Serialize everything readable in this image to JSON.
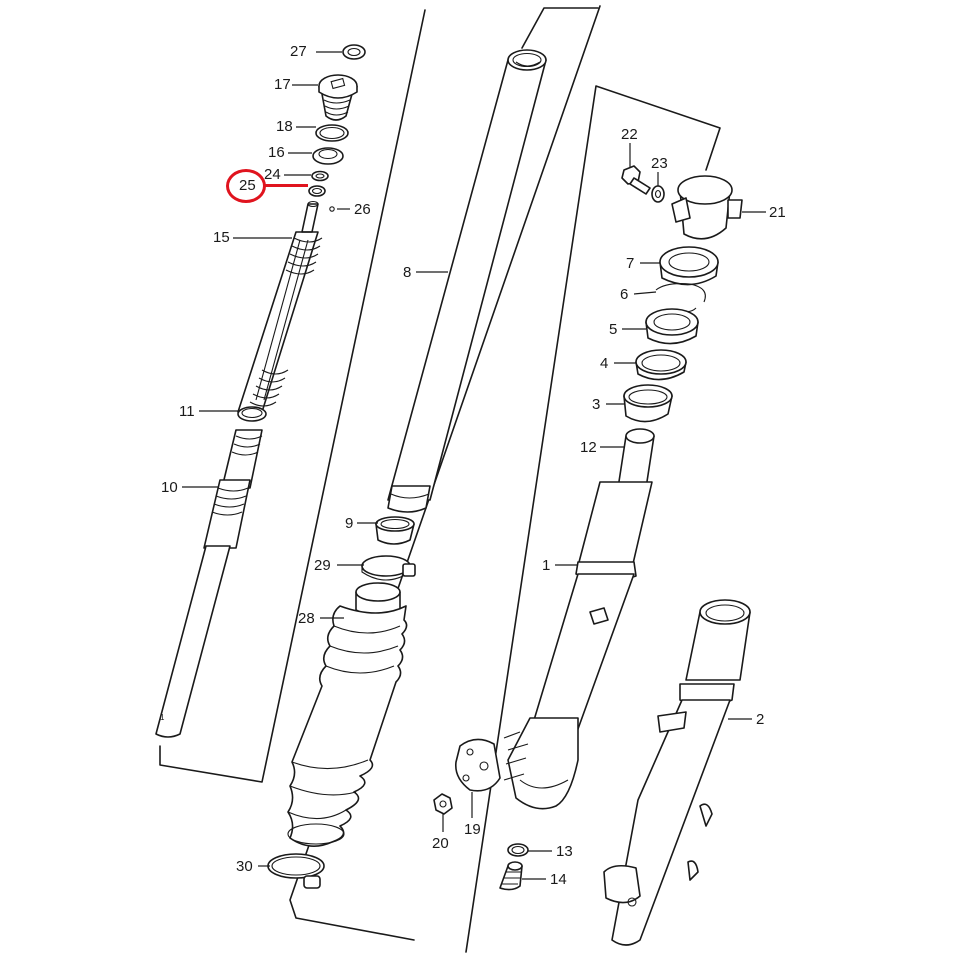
{
  "diagram": {
    "type": "exploded-parts-diagram",
    "subject": "front fork assembly",
    "highlight": {
      "part": "25",
      "color": "#e0141e"
    },
    "line_color": "#1a1a1a",
    "background": "#ffffff"
  },
  "labels": {
    "p1": "1",
    "p2": "2",
    "p3": "3",
    "p4": "4",
    "p5": "5",
    "p6": "6",
    "p7": "7",
    "p8": "8",
    "p9": "9",
    "p10": "10",
    "p11": "11",
    "p12": "12",
    "p13": "13",
    "p14": "14",
    "p15": "15",
    "p16": "16",
    "p17": "17",
    "p18": "18",
    "p19": "19",
    "p20": "20",
    "p21": "21",
    "p22": "22",
    "p23": "23",
    "p24": "24",
    "p25": "25",
    "p26": "26",
    "p27": "27",
    "p28": "28",
    "p29": "29",
    "p30": "30"
  }
}
